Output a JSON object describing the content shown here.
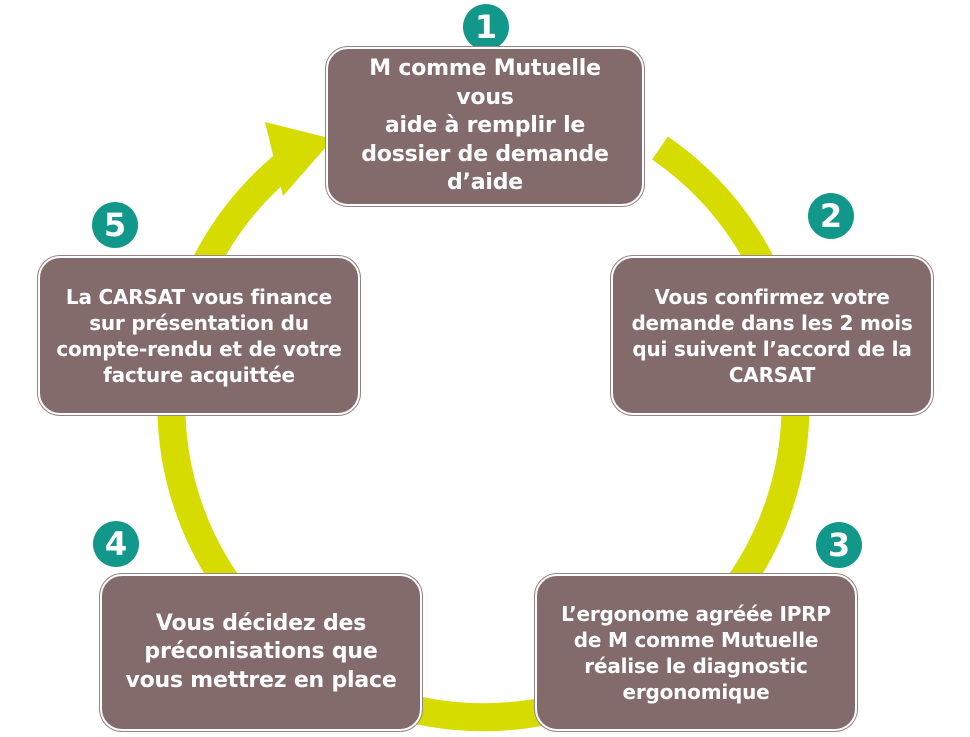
{
  "colors": {
    "ring": "#d6dc00",
    "box": "#836b6c",
    "badge": "#12988a",
    "text": "#ffffff"
  },
  "steps": [
    {
      "number": "1",
      "lines": [
        "M comme Mutuelle vous",
        "aide à remplir le",
        "dossier de demande",
        "d’aide"
      ]
    },
    {
      "number": "2",
      "lines": [
        "Vous confirmez votre",
        "demande dans les 2 mois",
        "qui suivent l’accord de la",
        "CARSAT"
      ]
    },
    {
      "number": "3",
      "lines": [
        "L’ergonome agréée IPRP",
        "de M comme Mutuelle",
        "réalise le diagnostic",
        "ergonomique"
      ]
    },
    {
      "number": "4",
      "lines": [
        "Vous décidez des",
        "préconisations que",
        "vous mettrez en place"
      ]
    },
    {
      "number": "5",
      "lines": [
        "La CARSAT vous finance",
        "sur présentation du",
        "compte-rendu et de votre",
        "facture acquittée"
      ]
    }
  ]
}
